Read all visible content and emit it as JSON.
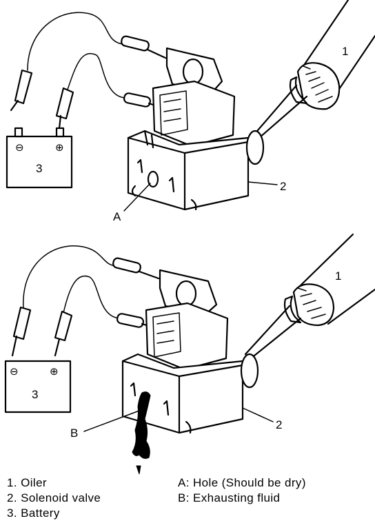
{
  "callouts": {
    "oiler": "1",
    "solenoid_valve": "2",
    "battery": "3",
    "hole": "A",
    "exhausting_fluid": "B"
  },
  "battery_terminals": {
    "negative": "⊖",
    "positive": "⊕"
  },
  "legend": {
    "left": [
      "1. Oiler",
      "2. Solenoid valve",
      "3. Battery"
    ],
    "right": [
      "A: Hole (Should be dry)",
      "B: Exhausting fluid"
    ]
  }
}
